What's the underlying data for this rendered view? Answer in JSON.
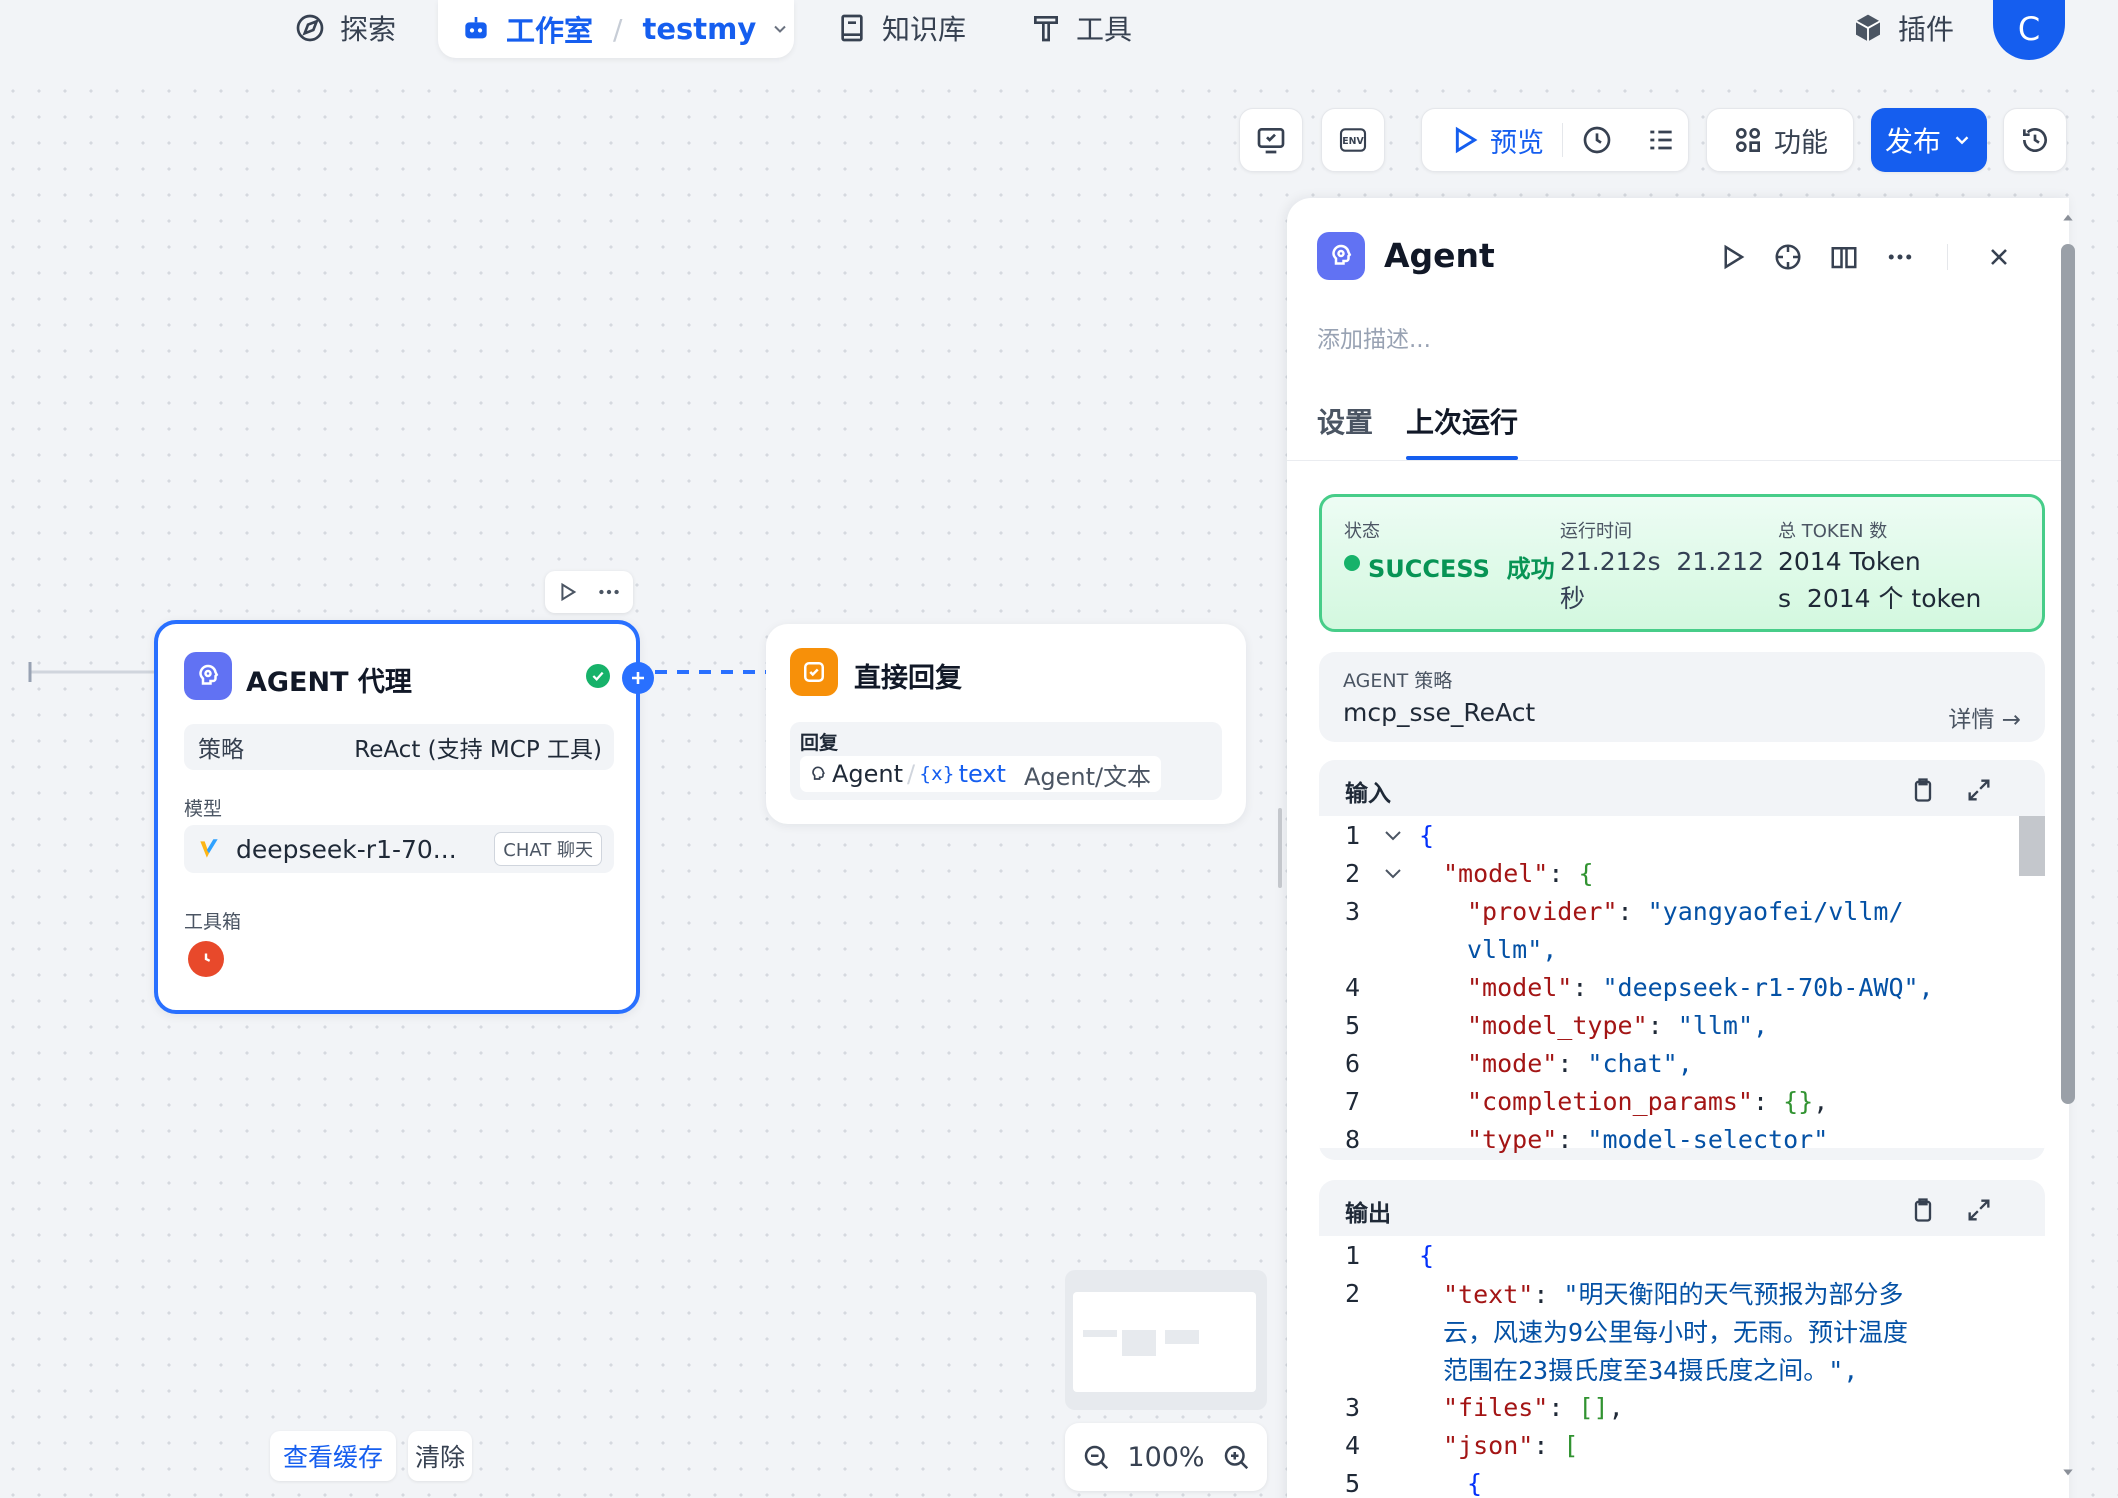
{
  "nav": {
    "explore": "探索",
    "studio": "工作室",
    "app_name": "testmy",
    "knowledge": "知识库",
    "tools": "工具",
    "plugins": "插件",
    "avatar_letter": "C"
  },
  "toolbar": {
    "preview": "预览",
    "features": "功能",
    "publish": "发布"
  },
  "agent_node": {
    "title": "AGENT  代理",
    "strategy_label": "策略",
    "strategy_value": "ReAct (支持 MCP 工具)",
    "model_label": "模型",
    "model_value": "deepseek-r1-70...",
    "model_badge": "CHAT  聊天",
    "toolbox_label": "工具箱"
  },
  "reply_node": {
    "title": "直接回复",
    "reply_label": "回复",
    "var_node": "Agent",
    "var_sep": "/",
    "var_name": "text",
    "var_type": "Agent/文本"
  },
  "panel": {
    "title": "Agent",
    "description_placeholder": "添加描述...",
    "tabs": [
      "设置",
      "上次运行"
    ],
    "status": {
      "status_label": "状态",
      "status_value": "SUCCESS  成功",
      "time_label": "运行时间",
      "time_value_1": "21.212s  21.212",
      "time_value_2": "秒",
      "token_label": "总 TOKEN 数",
      "token_value_1": "2014 Token",
      "token_value_2": "s  2014 个 token"
    },
    "strategy": {
      "label": "AGENT 策略",
      "value": "mcp_sse_ReAct",
      "link": "详情 →"
    },
    "input": {
      "title": "输入",
      "lines": [
        {
          "n": "1",
          "k": "",
          "v": "{"
        },
        {
          "n": "2",
          "k": "\"model\"",
          "v": ": {"
        },
        {
          "n": "3",
          "k": "\"provider\"",
          "v": ": ",
          "s": "\"yangyaofei/vllm/"
        },
        {
          "n": "",
          "k": "",
          "v": "",
          "s": "vllm\","
        },
        {
          "n": "4",
          "k": "\"model\"",
          "v": ": ",
          "s": "\"deepseek-r1-70b-AWQ\","
        },
        {
          "n": "5",
          "k": "\"model_type\"",
          "v": ": ",
          "s": "\"llm\","
        },
        {
          "n": "6",
          "k": "\"mode\"",
          "v": ": ",
          "s": "\"chat\","
        },
        {
          "n": "7",
          "k": "\"completion_params\"",
          "v": ": {},"
        },
        {
          "n": "8",
          "k": "\"type\"",
          "v": ": ",
          "s": "\"model-selector\""
        }
      ]
    },
    "output": {
      "title": "输出",
      "lines": [
        {
          "n": "1",
          "k": "",
          "v": "{"
        },
        {
          "n": "2",
          "k": "\"text\"",
          "v": ": ",
          "s": "\"明天衡阳的天气预报为部分多"
        },
        {
          "n": "",
          "k": "",
          "v": "",
          "s": "云，风速为9公里每小时，无雨。预计温度"
        },
        {
          "n": "",
          "k": "",
          "v": "",
          "s": "范围在23摄氏度至34摄氏度之间。\","
        },
        {
          "n": "3",
          "k": "\"files\"",
          "v": ": [],"
        },
        {
          "n": "4",
          "k": "\"json\"",
          "v": ": ["
        },
        {
          "n": "5",
          "k": "",
          "v": "{"
        }
      ]
    }
  },
  "zoom": {
    "level": "100%"
  },
  "bottom": {
    "view_cache": "查看缓存",
    "clear": "清除"
  },
  "colors": {
    "accent": "#155eef",
    "success": "#17b26a",
    "agent_icon": "#6172f3",
    "reply_icon": "#f79009"
  }
}
